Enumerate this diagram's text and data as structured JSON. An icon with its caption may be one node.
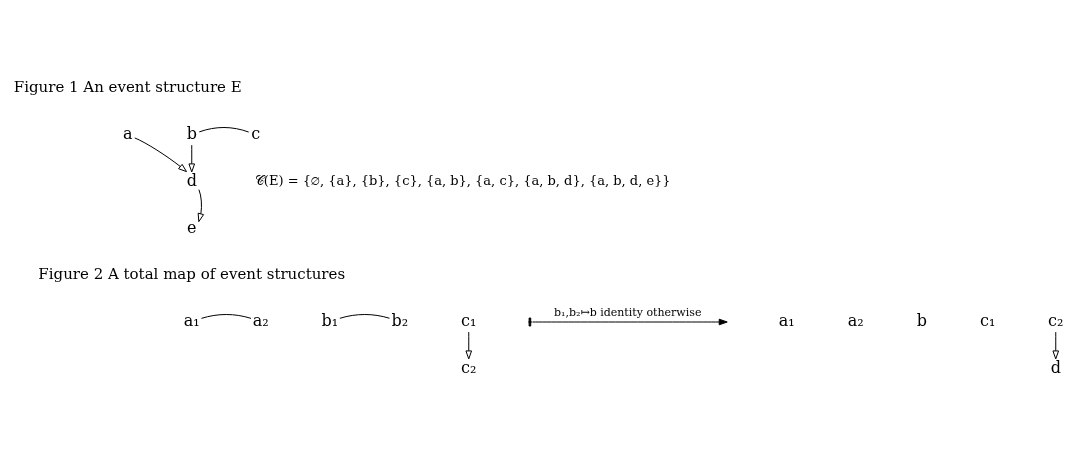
{
  "diagram": {
    "nodes": [
      {
        "text": [
          "a"
        ]
      },
      {
        "text": [
          "b"
        ]
      },
      {
        "text": [
          "c"
        ]
      },
      {
        "text": [
          "d"
        ]
      },
      {
        "text": [
          "e"
        ]
      },
      {
        "text": [
          "a₁"
        ]
      },
      {
        "text": [
          "a₂"
        ]
      },
      {
        "text": [
          "b₁"
        ]
      },
      {
        "text": [
          "b₂"
        ]
      },
      {
        "text": [
          "c₁"
        ]
      },
      {
        "text": [
          "c₂"
        ]
      },
      {
        "text": [
          "a₁"
        ]
      },
      {
        "text": [
          "a₂"
        ]
      },
      {
        "text": [
          "b"
        ]
      },
      {
        "text": [
          "c₁"
        ]
      },
      {
        "text": [
          "c₂"
        ]
      },
      {
        "text": [
          "d"
        ]
      }
    ],
    "edges": [
      {
        "from": 0,
        "to": 3,
        "arrow": "to"
      },
      {
        "from": 1,
        "to": 3,
        "arrow": "to"
      },
      {
        "from": 1,
        "to": 2,
        "arrow": "none"
      },
      {
        "from": 3,
        "to": 4,
        "arrow": "to"
      },
      {
        "from": 5,
        "to": 6,
        "arrow": "none"
      },
      {
        "from": 7,
        "to": 8,
        "arrow": "none"
      },
      {
        "from": 9,
        "to": 10,
        "arrow": "to"
      },
      {
        "from": 15,
        "to": 16,
        "arrow": "to"
      }
    ],
    "labels": [
      "Figure 1 An event structure E",
      "𝒞(E) = {∅, {a}, {b}, {c}, {a, b}, {a, c}, {a, b, d}, {a, b, d, e}}",
      "Figure 2 A total map of event structures",
      "b₁,b₂↦b identity otherwise"
    ]
  }
}
